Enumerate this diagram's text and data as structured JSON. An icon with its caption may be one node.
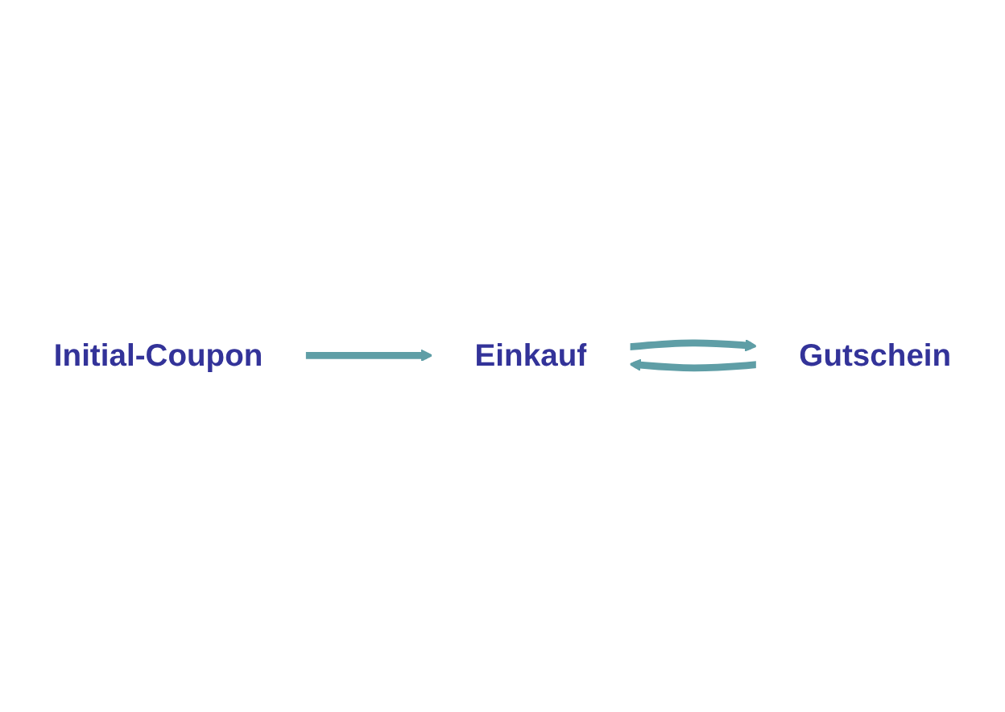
{
  "diagram": {
    "nodes": [
      {
        "text": [
          "Initial-Coupon"
        ]
      },
      {
        "text": [
          "Einkauf"
        ]
      },
      {
        "text": [
          "Gutschein"
        ]
      }
    ],
    "edges": [
      {
        "from": 0,
        "to": 1,
        "arrow": "to"
      },
      {
        "from": 1,
        "to": 2,
        "arrow": "to"
      },
      {
        "from": 2,
        "to": 1,
        "arrow": "to"
      }
    ]
  }
}
